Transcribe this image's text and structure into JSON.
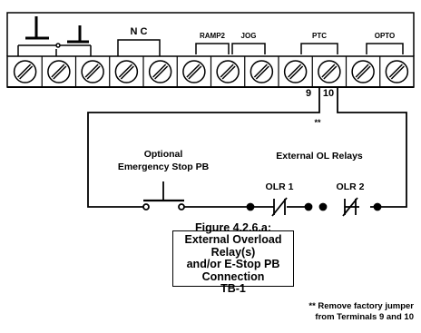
{
  "terminal_block": {
    "group_labels": {
      "nc": "N C",
      "ramp2": "RAMP2",
      "jog": "JOG",
      "ptc": "PTC",
      "opto": "OPTO"
    },
    "terminal_numbers": {
      "left": "9",
      "right": "10"
    }
  },
  "circuit": {
    "jumper_note_marker": "**",
    "estop_label_line1": "Optional",
    "estop_label_line2": "Emergency Stop PB",
    "olr_group_label": "External OL Relays",
    "olr1_label": "OLR 1",
    "olr2_label": "OLR 2"
  },
  "figure": {
    "line1": "Figure 4.2.6.a:",
    "line2": "External Overload Relay(s)",
    "line3": "and/or E-Stop PB Connection",
    "line4": "TB-1"
  },
  "footnote": {
    "line1": "** Remove factory jumper",
    "line2": "from Terminals 9 and 10"
  }
}
